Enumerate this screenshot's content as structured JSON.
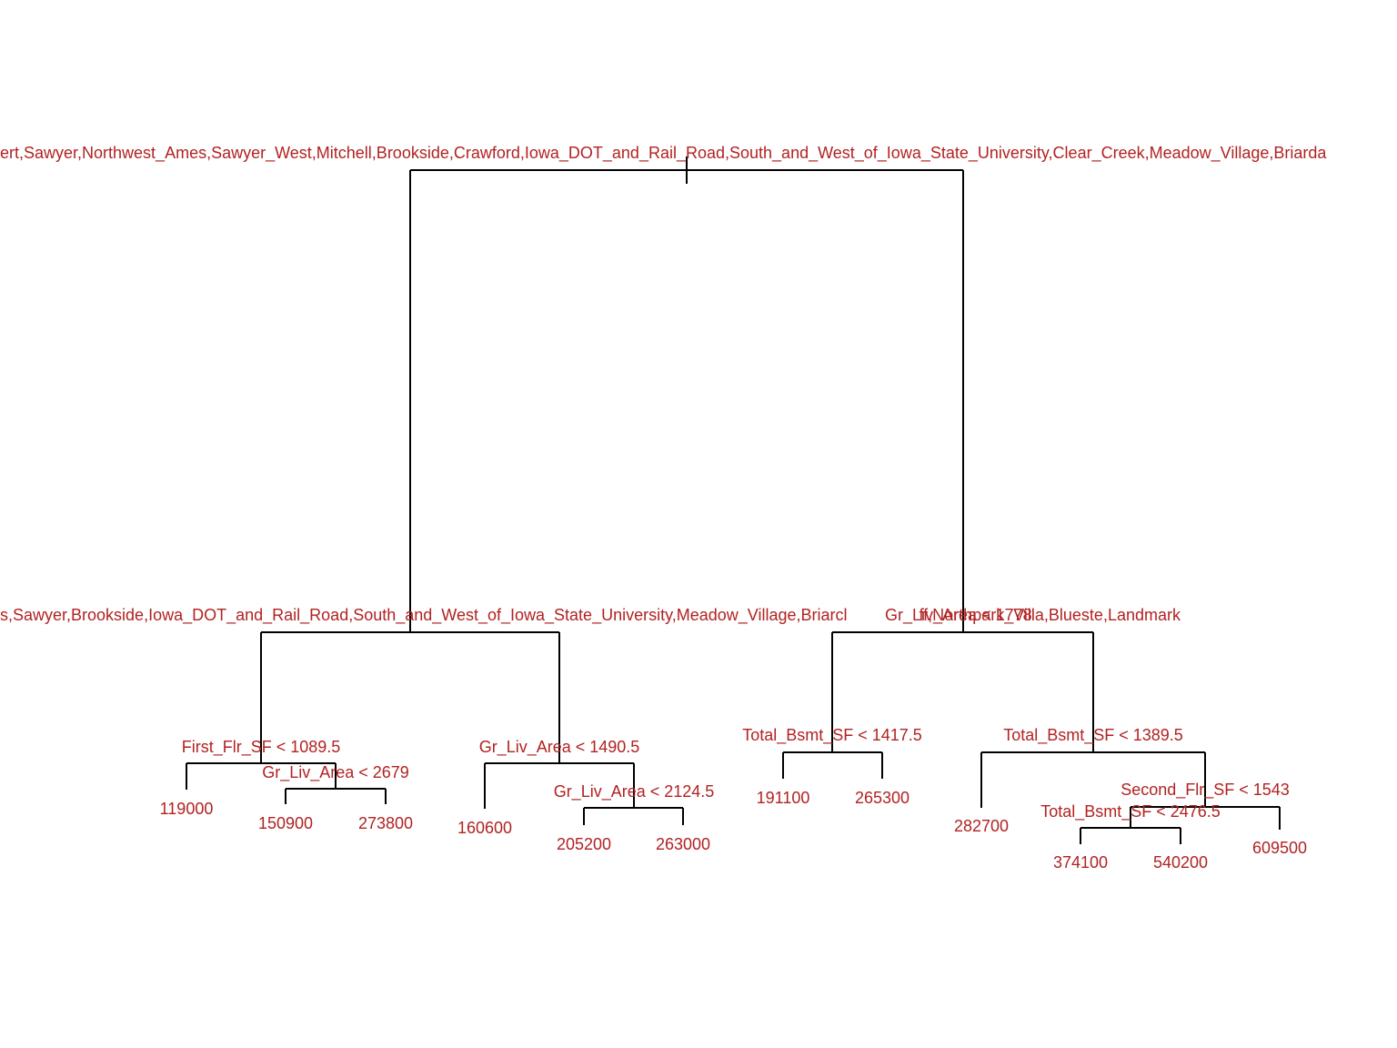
{
  "colors": {
    "background": "#ffffff",
    "edge": "#000000",
    "label": "#b22222"
  },
  "tree": {
    "split_labels": {
      "root": "ert,Sawyer,Northwest_Ames,Sawyer_West,Mitchell,Brookside,Crawford,Iowa_DOT_and_Rail_Road,South_and_West_of_Iowa_State_University,Clear_Creek,Meadow_Village,Briarda",
      "left_neighborhood": "s,Sawyer,Brookside,Iowa_DOT_and_Rail_Road,South_and_West_of_Iowa_State_University,Meadow_Village,Briarcl",
      "right_gr_liv_area": "Gr_Liv_Area < 1778",
      "right_neighborhood": "ff,Northpark_Villa,Blueste,Landmark",
      "first_flr": "First_Flr_SF < 1089.5",
      "gr_liv_2679": "Gr_Liv_Area < 2679",
      "gr_liv_1490": "Gr_Liv_Area < 1490.5",
      "gr_liv_2124": "Gr_Liv_Area < 2124.5",
      "bsmt_1417": "Total_Bsmt_SF < 1417.5",
      "bsmt_1389": "Total_Bsmt_SF < 1389.5",
      "second_flr": "Second_Flr_SF < 1543",
      "bsmt_2476": "Total_Bsmt_SF < 2476.5"
    },
    "leaves": {
      "leaf_119000": "119000",
      "leaf_150900": "150900",
      "leaf_273800": "273800",
      "leaf_160600": "160600",
      "leaf_205200": "205200",
      "leaf_263000": "263000",
      "leaf_191100": "191100",
      "leaf_265300": "265300",
      "leaf_282700": "282700",
      "leaf_374100": "374100",
      "leaf_540200": "540200",
      "leaf_609500": "609500"
    }
  }
}
